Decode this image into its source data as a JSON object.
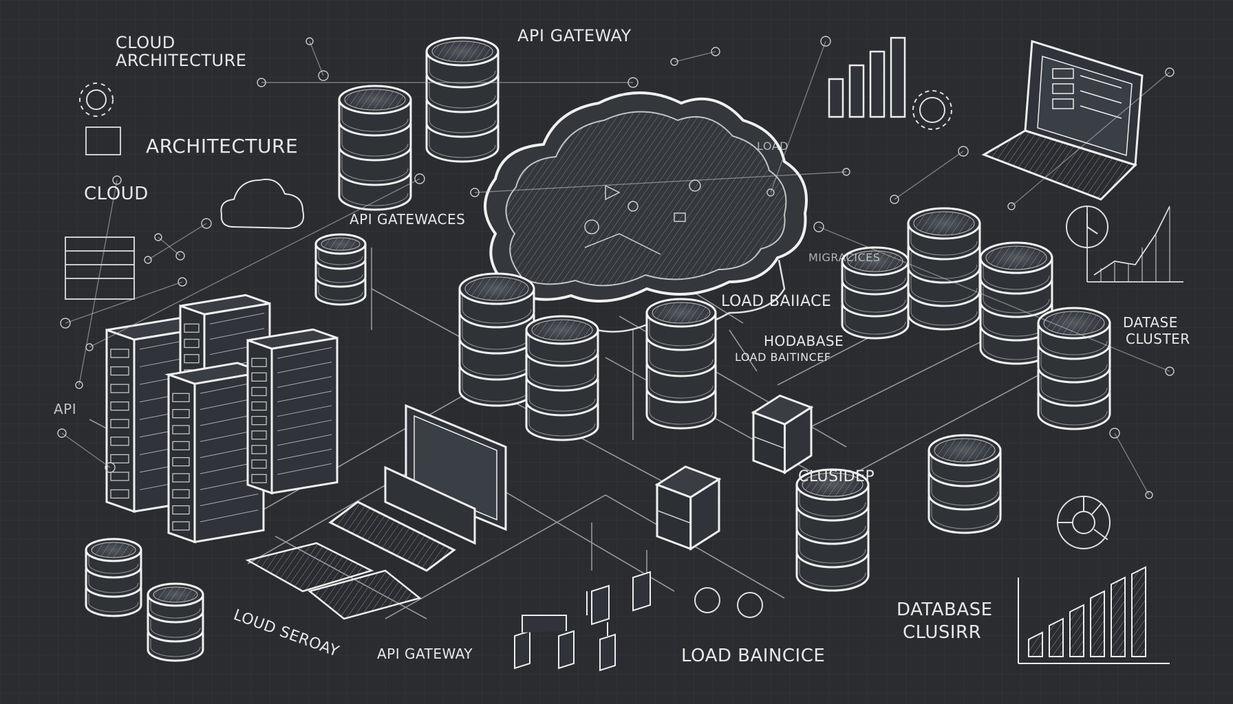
{
  "colors": {
    "background": "#2a2c30",
    "grid": "#34373c",
    "chalk": "#e6e6e6",
    "chalk_dim": "#9a9da2"
  },
  "labels": {
    "cloud_architecture_line1": "CLOUD",
    "cloud_architecture_line2": "ARCHITECTURE",
    "architecture": "ARCHITECTURE",
    "cloud": "CLOUD",
    "api_gateway_top": "API GATEWAY",
    "api_gatewaces": "API GATEWACES",
    "load_top": "LOAD",
    "microservices": "MIGRACICES",
    "load_baiance_mid": "LOAD BAIIACE",
    "hodabase": "HODABASE",
    "load_baitincef": "LOAD BAITINCEF",
    "dataase_cluster_line1": "DATASE",
    "dataase_cluster_line2": "CLUSTER",
    "clusidep": "CLUSIDEP",
    "loud_seroday": "LOUD SEROAY",
    "api_gateway_bottom": "API GATEWAY",
    "load_baincice_bottom": "LOAD BAINCICE",
    "database_clusirr_line1": "DATABASE",
    "database_clusirr_line2": "CLUSIRR",
    "api_side": "API"
  },
  "icons": [
    "cloud-icon",
    "database-icon",
    "server-rack-icon",
    "laptop-icon",
    "monitor-icon",
    "bar-chart-icon",
    "cube-icon",
    "gear-icon"
  ]
}
